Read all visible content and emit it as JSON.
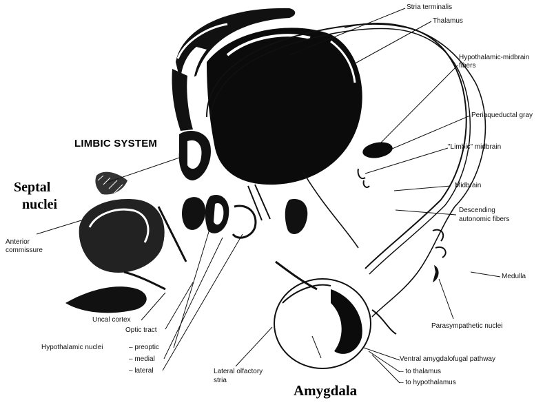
{
  "diagram": {
    "heading": "LIMBIC SYSTEM",
    "main_labels": {
      "septal_line1": "Septal",
      "septal_line2": "nuclei",
      "amygdala": "Amygdala"
    },
    "labels": {
      "stria_terminalis": "Stria terminalis",
      "thalamus": "Thalamus",
      "hypothalamic_midbrain_line1": "Hypothalamic-midbrain",
      "hypothalamic_midbrain_line2": "fibers",
      "periaqueductal_gray": "Periaqueductal gray",
      "limbic_midbrain": "\"Limbic\" midbrain",
      "midbrain": "Midbrain",
      "descending_line1": "Descending",
      "descending_line2": "autonomic fibers",
      "anterior_commissure_line1": "Anterior",
      "anterior_commissure_line2": "commissure",
      "medulla": "Medulla",
      "uncal_cortex": "Uncal cortex",
      "optic_tract": "Optic tract",
      "parasympathetic_nuclei": "Parasympathetic nuclei",
      "hypothalamic_nuclei": "Hypothalamic nuclei",
      "preoptic": "– preoptic",
      "medial": "– medial",
      "lateral": "– lateral",
      "lateral_olfactory_line1": "Lateral olfactory",
      "lateral_olfactory_line2": "stria",
      "ventral_pathway": "Ventral amygdalofugal pathway",
      "to_thalamus": "– to thalamus",
      "to_hypothalamus": "– to hypothalamus"
    },
    "colors": {
      "ink": "#000000",
      "paper": "#ffffff"
    }
  }
}
